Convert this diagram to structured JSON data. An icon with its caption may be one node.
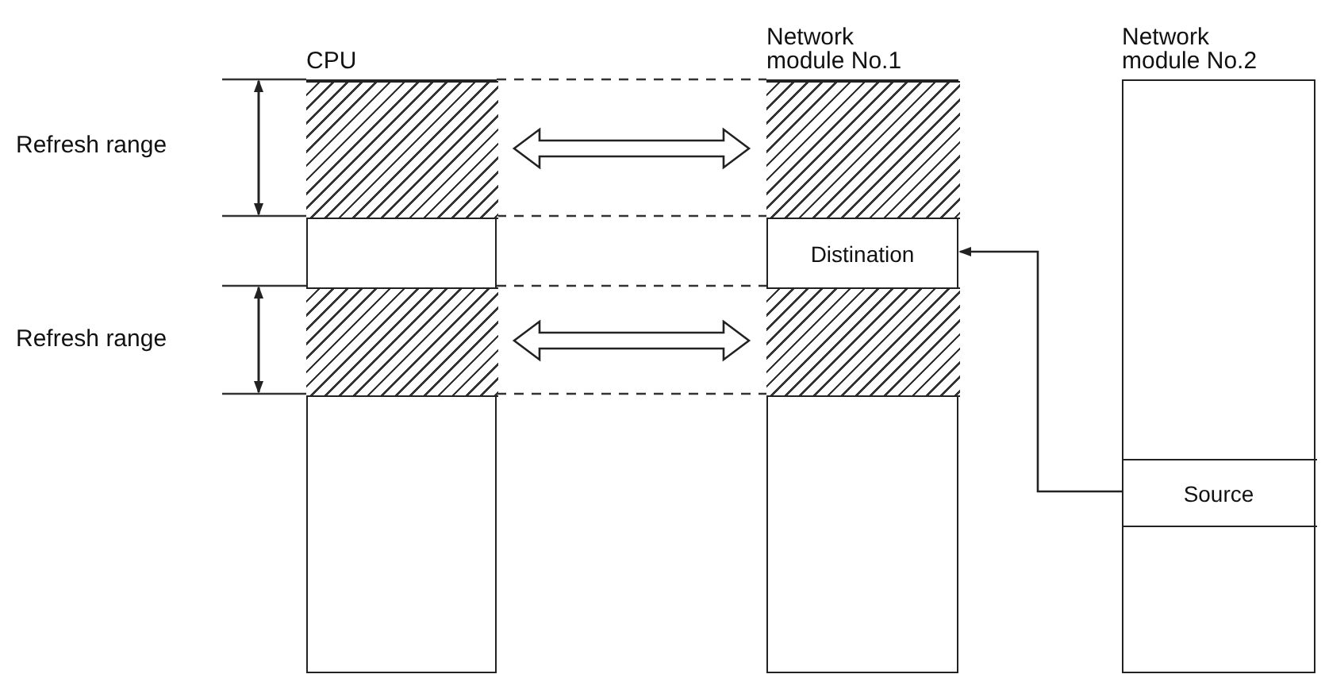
{
  "diagram": {
    "nodes": [
      {
        "text": [
          "CPU"
        ]
      },
      {
        "text": [],
        "shape": "box",
        "in": 0
      },
      {
        "text": [],
        "shape": "box",
        "in": 0
      },
      {
        "text": [
          "Network module No.1"
        ]
      },
      {
        "text": [],
        "shape": "box",
        "in": 3
      },
      {
        "text": [
          "Distination"
        ],
        "in": 3
      },
      {
        "text": [],
        "shape": "box",
        "in": 3
      },
      {
        "text": [
          "Network module No.2"
        ]
      },
      {
        "text": [
          "Source"
        ],
        "in": 7
      }
    ],
    "edges": [
      {
        "from": 1,
        "to": 4,
        "arrow": "both"
      },
      {
        "from": 2,
        "to": 6,
        "arrow": "both"
      },
      {
        "from": 8,
        "to": 5,
        "arrow": "to"
      }
    ],
    "labels": [
      "Refresh range",
      "Refresh range"
    ]
  }
}
